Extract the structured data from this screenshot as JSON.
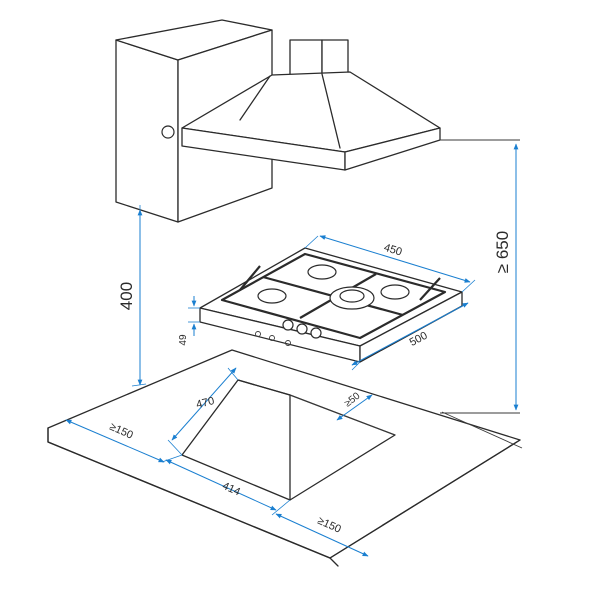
{
  "colors": {
    "line": "#2b2b2b",
    "dimension": "#1a7fd0",
    "background": "#ffffff"
  },
  "dimensions": {
    "hood_to_hob_min": "≥ 650",
    "wall_unit_to_counter": "400",
    "hob_width": "450",
    "hob_depth": "500",
    "hob_height": "49",
    "cutout_width": "470",
    "cutout_depth": "414",
    "cutout_to_back_wall": "≥50",
    "left_clearance": "≥150",
    "right_clearance": "≥150"
  }
}
